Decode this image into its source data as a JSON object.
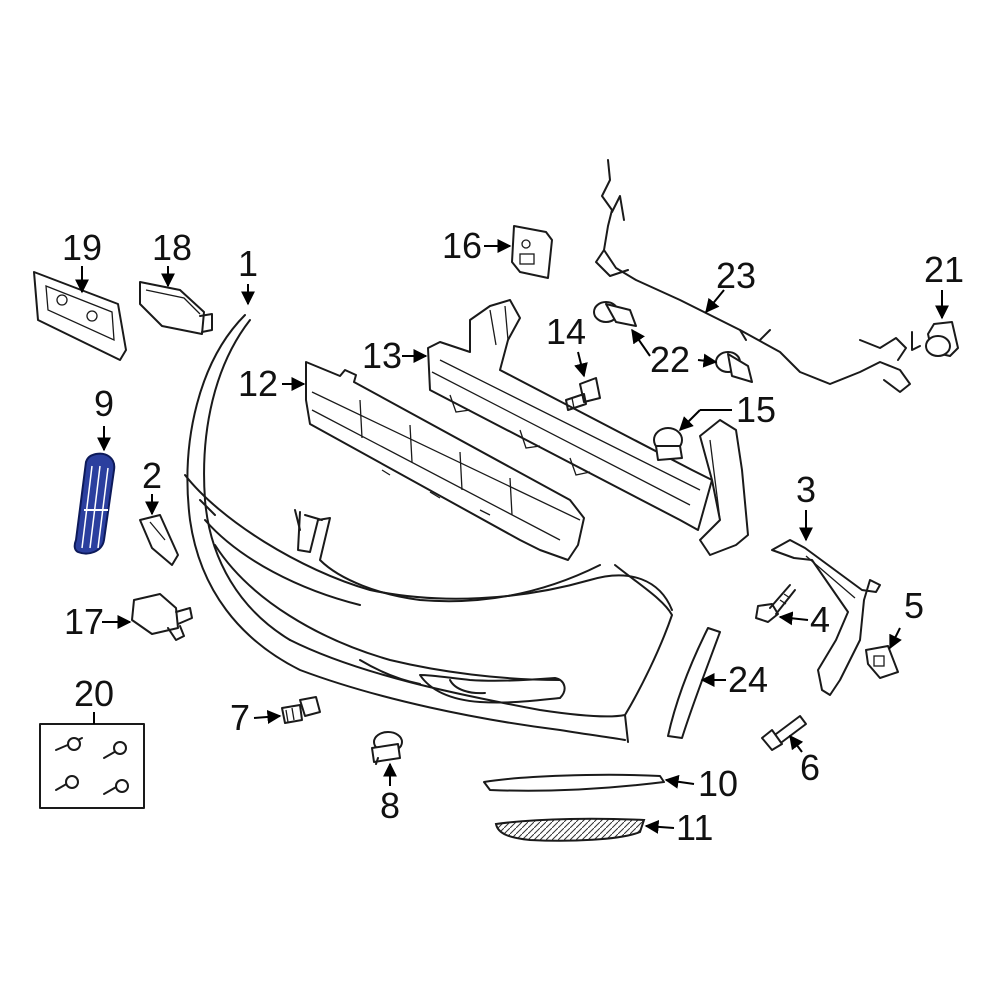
{
  "callouts": {
    "c1": "1",
    "c2": "2",
    "c3": "3",
    "c4": "4",
    "c5": "5",
    "c6": "6",
    "c7": "7",
    "c8": "8",
    "c9": "9",
    "c10": "10",
    "c11": "11",
    "c12": "12",
    "c13": "13",
    "c14": "14",
    "c15": "15",
    "c16": "16",
    "c17": "17",
    "c18": "18",
    "c19": "19",
    "c20": "20",
    "c21": "21",
    "c22": "22",
    "c23": "23",
    "c24": "24"
  },
  "highlight_color": "#2b3f9e",
  "highlighted_part": "9"
}
